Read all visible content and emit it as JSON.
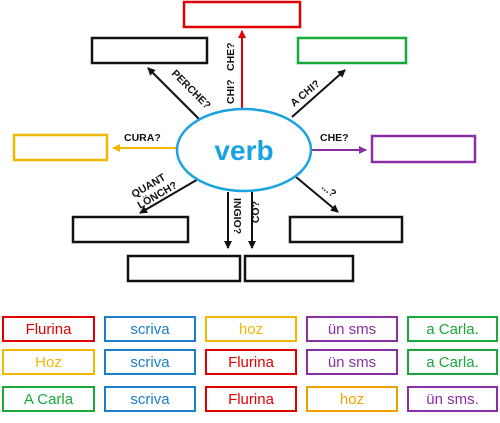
{
  "center": {
    "label": "verb",
    "color": "#1aa3e0"
  },
  "colors": {
    "red": "#e00000",
    "green": "#1aa83a",
    "yellow": "#f2b800",
    "purple": "#8a2ea6",
    "blue": "#1a7fc9",
    "black": "#111111",
    "orange": "#f2a000"
  },
  "questions": {
    "chi": "CHI?",
    "che_up": "CHE?",
    "perche": "PERCHE?",
    "a_chi": "A CHI?",
    "cura": "CURA?",
    "che_right": "CHE?",
    "quant_lonch": [
      "QUANT",
      "LÖNCH?"
    ],
    "ingio": "INGIO?",
    "co": "CO?",
    "other": "...?"
  },
  "sentences": [
    [
      {
        "text": "Flurina",
        "color": "red"
      },
      {
        "text": "scriva",
        "color": "blue"
      },
      {
        "text": "hoz",
        "color": "yellow"
      },
      {
        "text": "ün sms",
        "color": "purple"
      },
      {
        "text": "a Carla.",
        "color": "green"
      }
    ],
    [
      {
        "text": "Hoz",
        "color": "yellow"
      },
      {
        "text": "scriva",
        "color": "blue"
      },
      {
        "text": "Flurina",
        "color": "red"
      },
      {
        "text": "ün sms",
        "color": "purple"
      },
      {
        "text": "a Carla.",
        "color": "green"
      }
    ],
    [
      {
        "text": "A Carla",
        "color": "green"
      },
      {
        "text": "scriva",
        "color": "blue"
      },
      {
        "text": "Flurina",
        "color": "red"
      },
      {
        "text": "hoz",
        "color": "orange"
      },
      {
        "text": "ün sms.",
        "color": "purple"
      }
    ]
  ]
}
